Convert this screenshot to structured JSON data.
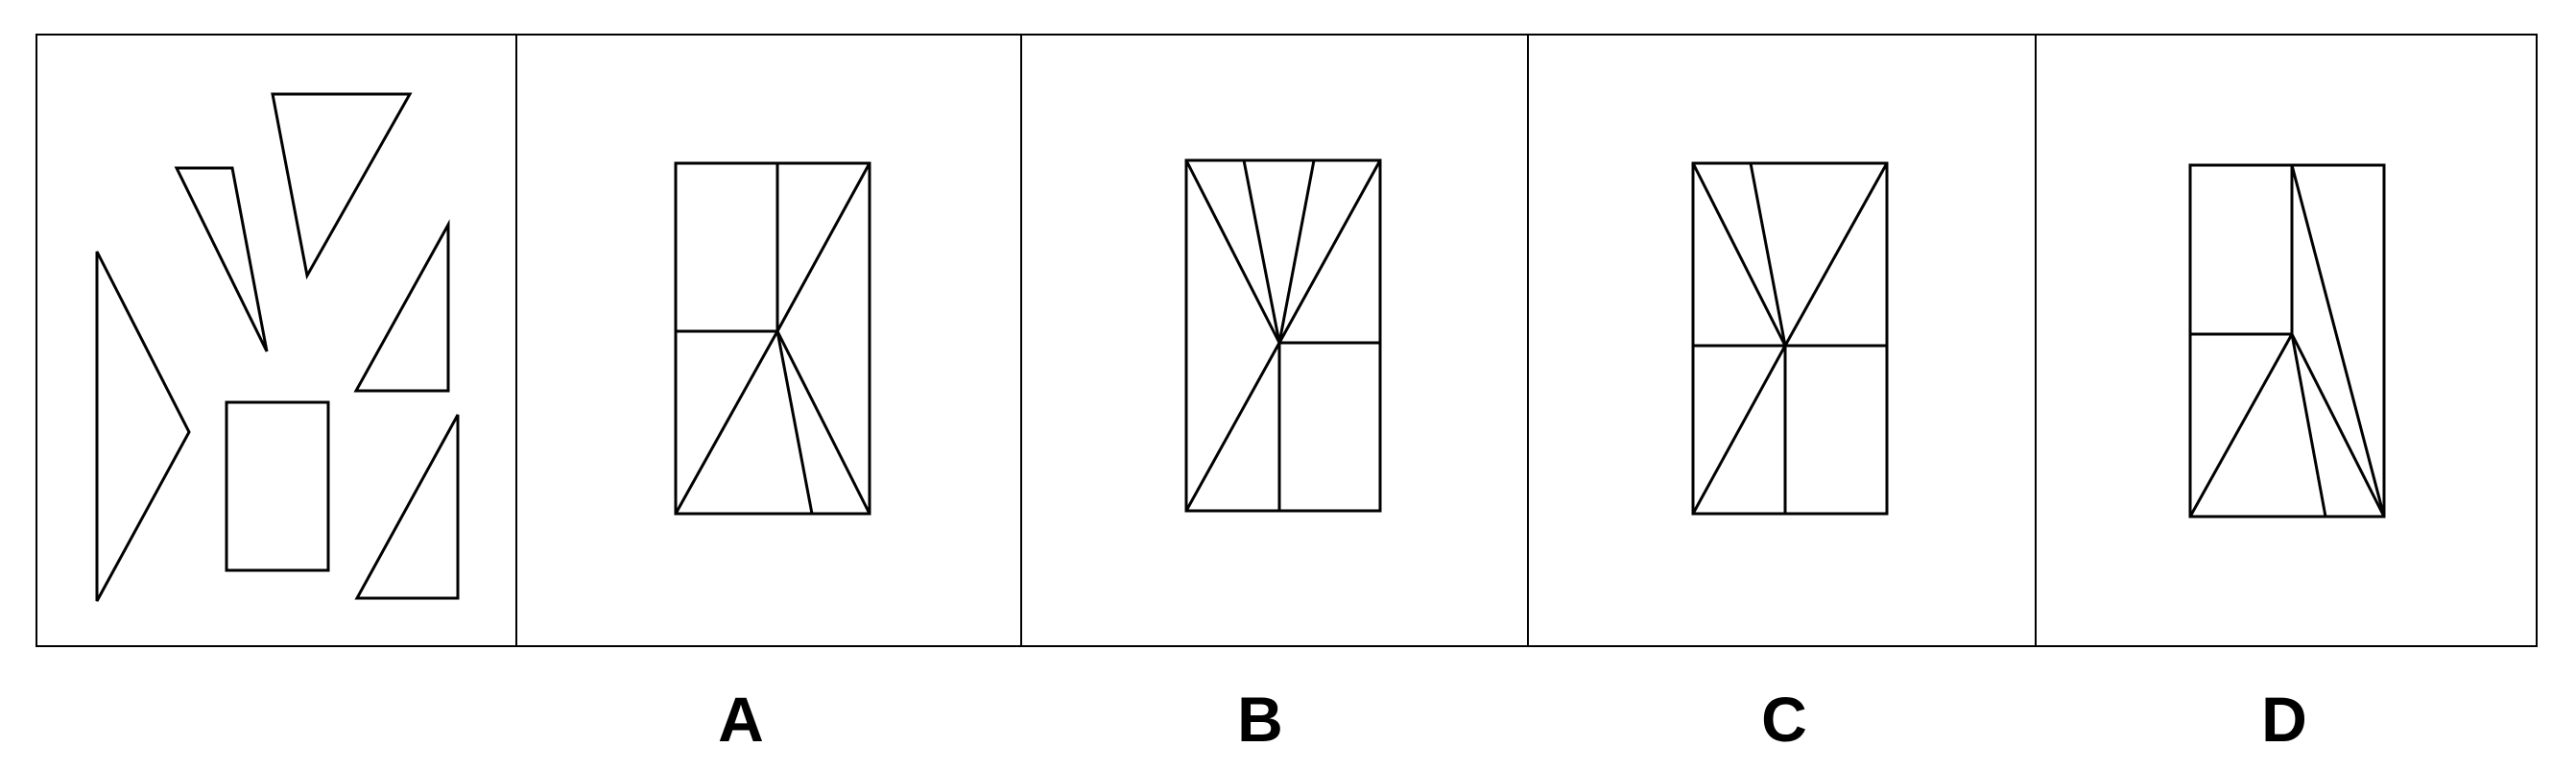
{
  "question": {
    "panels": [
      {
        "id": "question",
        "label": ""
      },
      {
        "id": "A",
        "label": "A"
      },
      {
        "id": "B",
        "label": "B"
      },
      {
        "id": "C",
        "label": "C"
      },
      {
        "id": "D",
        "label": "D"
      }
    ]
  },
  "colors": {
    "stroke": "#000000",
    "background": "#ffffff"
  }
}
